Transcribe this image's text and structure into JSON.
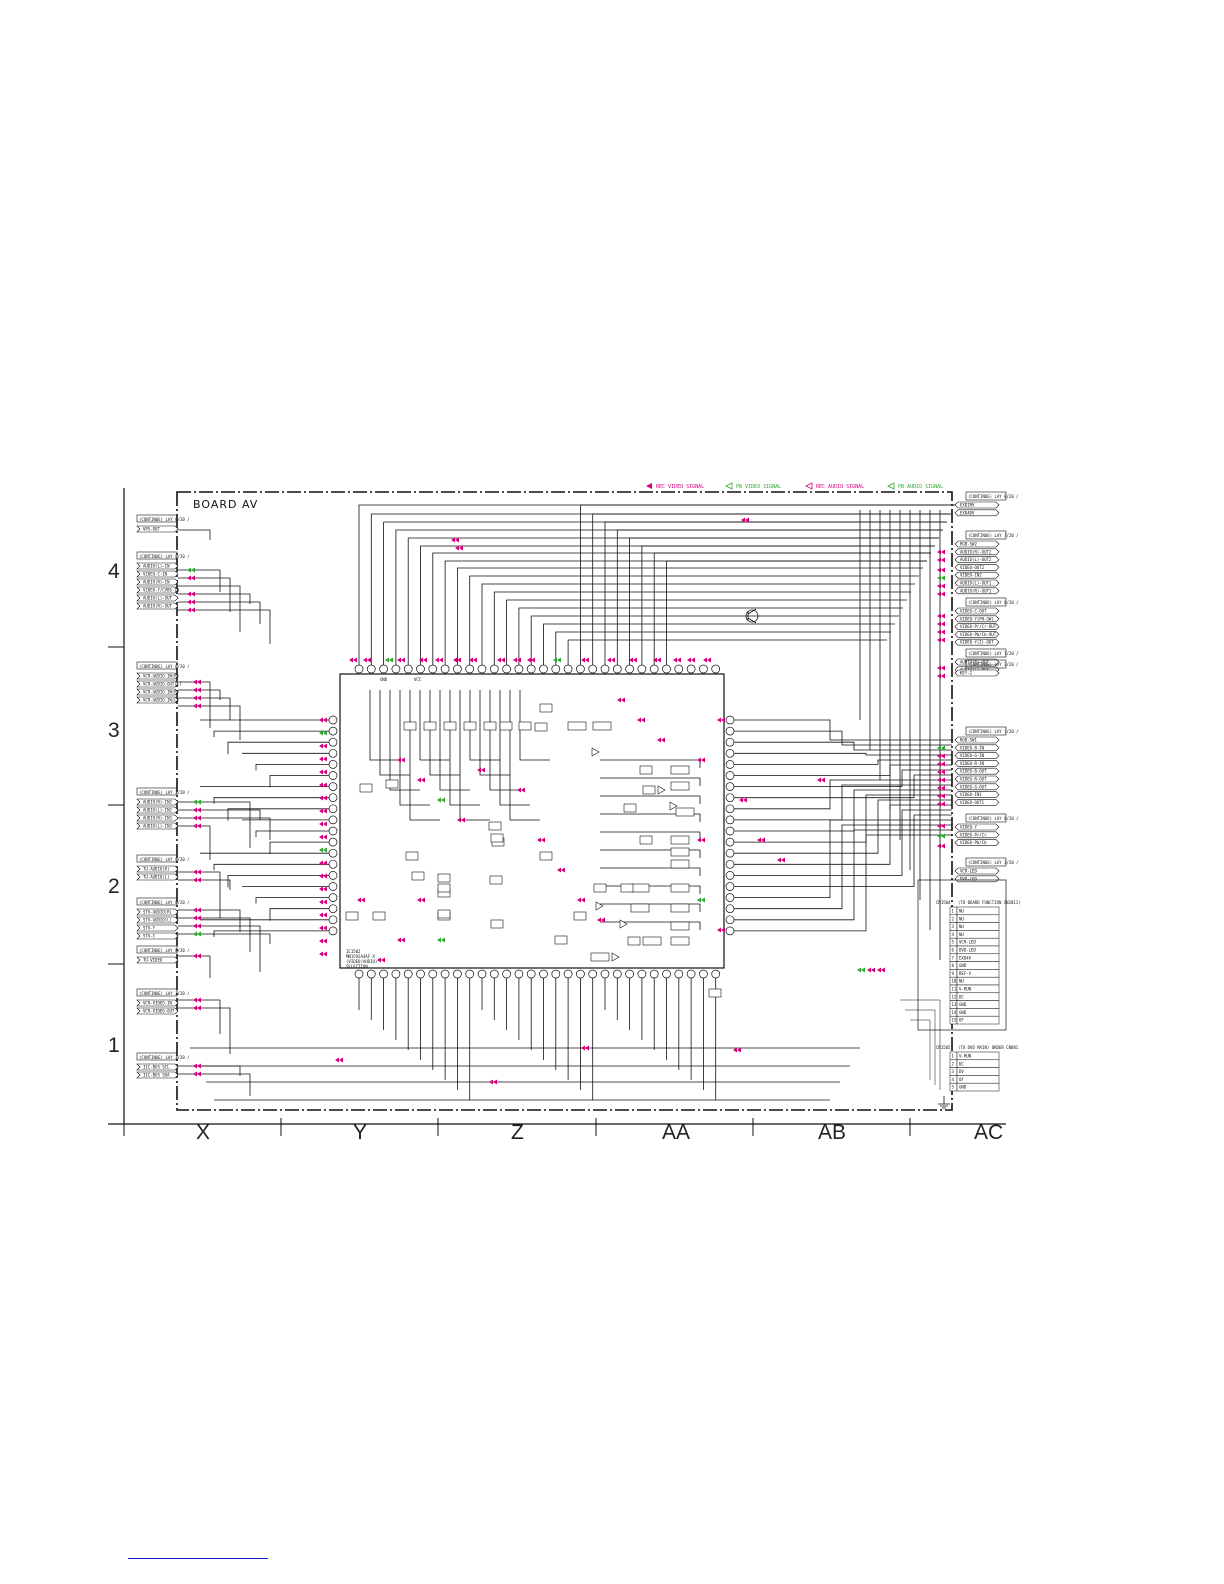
{
  "board_title": "BOARD AV",
  "legend": [
    {
      "label": "REC VIDEO SIGNAL",
      "color": "#d6007c"
    },
    {
      "label": "PB VIDEO SIGNAL",
      "color": "#2ea82e"
    },
    {
      "label": "REC AUDIO SIGNAL",
      "color": "#d6007c"
    },
    {
      "label": "PB AUDIO SIGNAL",
      "color": "#2ea82e"
    }
  ],
  "colors": {
    "rec": "#d6007c",
    "pb": "#2ea82e",
    "line": "#111111"
  },
  "grid": {
    "columns": [
      "X",
      "Y",
      "Z",
      "AA",
      "AB",
      "AC"
    ],
    "rows": [
      "4",
      "3",
      "2",
      "1"
    ]
  },
  "ic": {
    "ref": "IC1502",
    "part": "MN1592A4AF-X",
    "function": "(VIDEO/AUDIO)",
    "desc": "SELECTION",
    "vcc": "VCC",
    "gnd": "GND"
  },
  "left_connectors": [
    {
      "head": "(CONTINUE) LAY 8/20 /",
      "signals": [
        "VPS-OUT"
      ]
    },
    {
      "head": "(CONTINUE) LAY 8/20 /",
      "signals": [
        "AUDIO(L)-IN",
        "VIDEO-C-IN",
        "AUDIO(R)-IN",
        "VIDEO-Y/CVBS-IN",
        "AUDIO(L)-OUT",
        "AUDIO(R)-OUT"
      ]
    },
    {
      "head": "(CONTINUE) LAY 6/20 /",
      "signals": [
        "VCR-AUDIO-IN(R)",
        "VCR-AUDIO-OUT(L)",
        "VCR-AUDIO-IN(R)",
        "VCR-AUDIO-IN(L)"
      ]
    },
    {
      "head": "(CONTINUE) LAY 3/20 /",
      "signals": [
        "AUDIO(R)-IN2",
        "AUDIO(L)-IN2",
        "AUDIO(R)-IN3",
        "AUDIO(L)-IN3"
      ]
    },
    {
      "head": "(CONTINUE) LAY 8/20 /",
      "signals": [
        "TU-AUDIO(R)",
        "TU-AUDIO(L)"
      ]
    },
    {
      "head": "(CONTINUE) LAY 8/20 /",
      "signals": [
        "STV-AUDIO(R)",
        "STV-AUDIO(L)",
        "STV-Y",
        "STV-C"
      ]
    },
    {
      "head": "(CONTINUE) LAY 8/20 /",
      "signals": [
        "TU-VIDEO"
      ]
    },
    {
      "head": "(CONTINUE) LAY 3/20 /",
      "signals": [
        "VCR-VIDEO-IN",
        "VCR-VIDEO-OUT"
      ]
    },
    {
      "head": "(CONTINUE) LAY 3/20 /",
      "signals": [
        "IIC-BUS SCL",
        "IIC-BUS SDA"
      ]
    }
  ],
  "right_connectors": [
    {
      "head": "(CONTINUE) LAY 8/20 /",
      "signals": [
        "EXDIRV",
        "EXD4DV"
      ]
    },
    {
      "head": "(CONTINUE) LAY 7/20 /",
      "signals": [
        "RGB-SW2",
        "AUDIO(R)-OUT2",
        "AUDIO(L)-OUT2",
        "VIDEO-OUT2",
        "VIDEO-IN2",
        "AUDIO(L)-OUT1",
        "AUDIO(R)-OUT1"
      ]
    },
    {
      "head": "(CONTINUE) LAY 8/20 /",
      "signals": [
        "VIDEO-C-OUT",
        "VIDEO-Y(PH-SW)",
        "VIDEO-Pr/Cr-OUT",
        "VIDEO-Pb/Cb-OUT",
        "VIDEO-Y(I)-OUT"
      ]
    },
    {
      "head": "(CONTINUE) LAY 7/20 /",
      "signals": [
        "AUDIO(R)-OUT",
        "AUDIO(L)-OUT"
      ]
    },
    {
      "head": "(CONTINUE) LAY 3/20 /",
      "signals": [
        "KEY-2"
      ]
    },
    {
      "head": "(CONTINUE) LAY 7/20 /",
      "signals": [
        "RGB-SW1",
        "VIDEO-B-IN",
        "VIDEO-G-IN",
        "VIDEO-R-IN",
        "VIDEO-B-OUT",
        "VIDEO-R-OUT",
        "VIDEO-G-OUT",
        "VIDEO-IN1",
        "VIDEO-OUT1"
      ]
    },
    {
      "head": "(CONTINUE) LAY 8/20 /",
      "signals": [
        "VIDEO-Y",
        "VIDEO-Pr/Cr",
        "VIDEO-Pb/Cb"
      ]
    },
    {
      "head": "(CONTINUE) LAY 3/20 /",
      "signals": [
        "VCR-LED",
        "DVD-LED"
      ]
    }
  ],
  "cn_tables": [
    {
      "ref": "CN1504",
      "title": "(TO BOARD FUNCTION CN2011)",
      "pins": [
        "NU",
        "NU",
        "NU",
        "NU",
        "VCR-LED",
        "DVD-LED",
        "EXD4V",
        "GND",
        "REF-V",
        "NU",
        "V-RUN",
        "DC",
        "GND",
        "GND",
        "OF"
      ]
    },
    {
      "ref": "CN1505",
      "title": "(TO DVD MAIN) ORDER CN881",
      "pins": [
        "V-RUN",
        "DC",
        "DV",
        "OF",
        "GND"
      ]
    }
  ]
}
